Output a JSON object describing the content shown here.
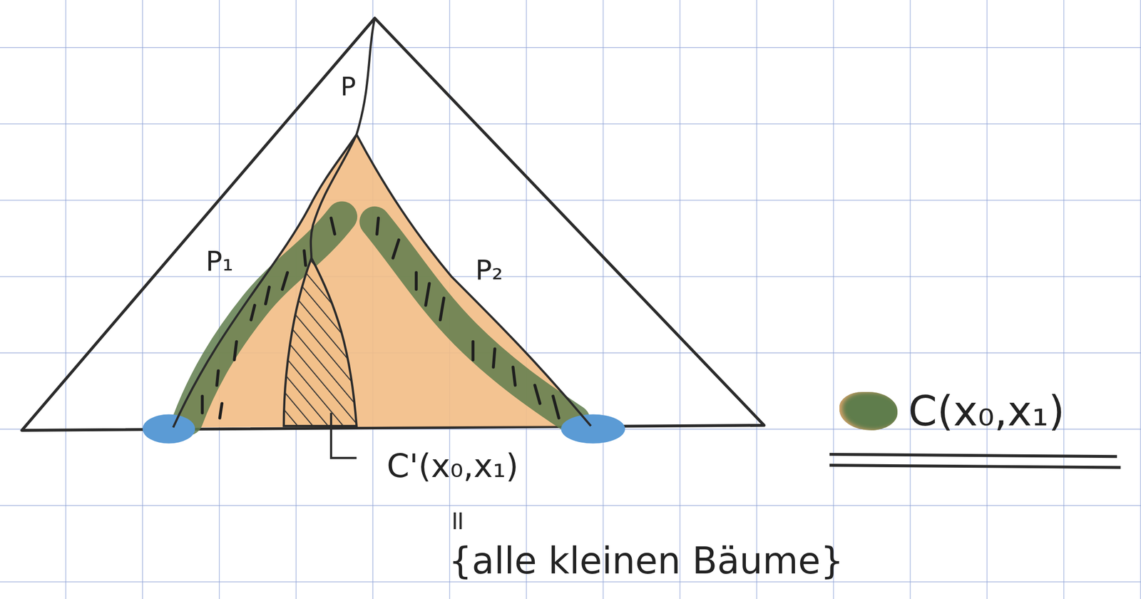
{
  "diagram": {
    "labels": [
      "P",
      "P₁",
      "P₂",
      "C'(x₀,x₁)",
      "{alle kleinen Bäume}"
    ],
    "legend": [
      {
        "text": "C(x₀,x₁)",
        "color": "#5f7d4c"
      }
    ]
  }
}
